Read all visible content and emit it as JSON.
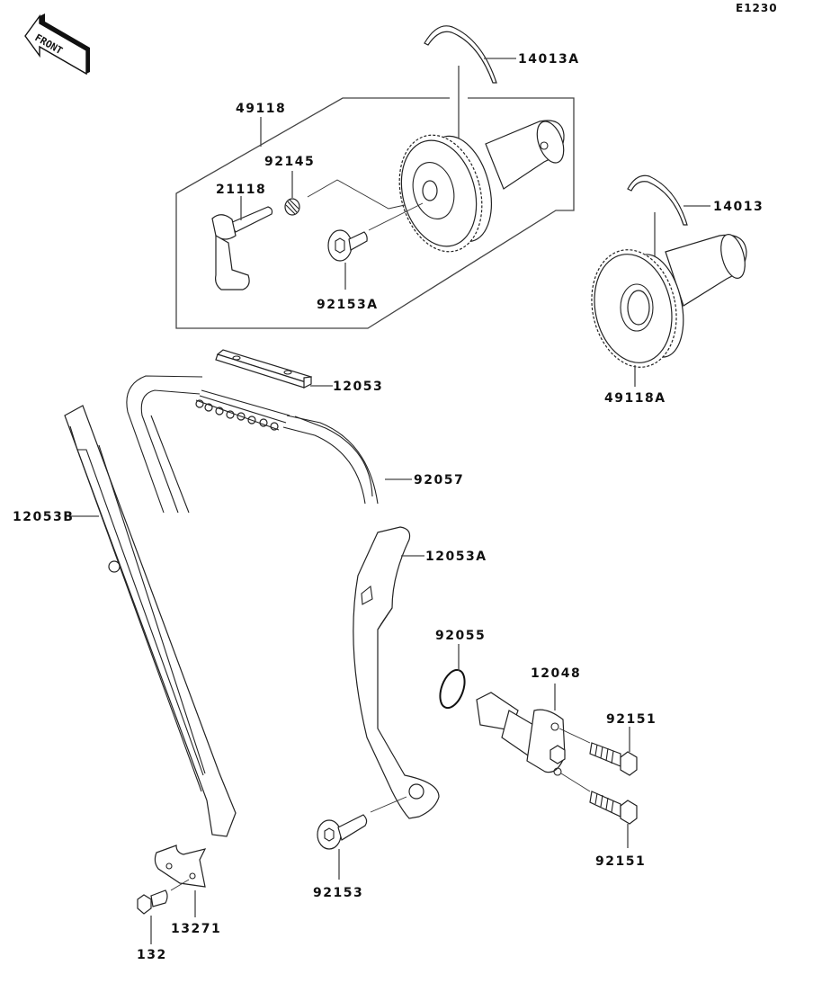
{
  "diagram": {
    "code": "E1230",
    "front_badge": "FRONT",
    "parts": [
      {
        "id": "14013A",
        "label": "14013A",
        "description": "semicircular ring (intake camshaft)"
      },
      {
        "id": "49118",
        "label": "49118",
        "description": "camshaft assembly group"
      },
      {
        "id": "92145",
        "label": "92145",
        "description": "spring"
      },
      {
        "id": "21118",
        "label": "21118",
        "description": "decompression lever shaft"
      },
      {
        "id": "92153A",
        "label": "92153A",
        "description": "bolt"
      },
      {
        "id": "14013",
        "label": "14013",
        "description": "semicircular ring (exhaust camshaft)"
      },
      {
        "id": "49118A",
        "label": "49118A",
        "description": "camshaft"
      },
      {
        "id": "12053",
        "label": "12053",
        "description": "chain guide (top)"
      },
      {
        "id": "92057",
        "label": "92057",
        "description": "cam chain"
      },
      {
        "id": "12053B",
        "label": "12053B",
        "description": "chain guide (front)"
      },
      {
        "id": "12053A",
        "label": "12053A",
        "description": "chain guide (tensioner side)"
      },
      {
        "id": "92055",
        "label": "92055",
        "description": "O-ring"
      },
      {
        "id": "12048",
        "label": "12048",
        "description": "cam chain tensioner"
      },
      {
        "id": "92151_upper",
        "label": "92151",
        "description": "bolt (upper)"
      },
      {
        "id": "92151_lower",
        "label": "92151",
        "description": "bolt (lower)"
      },
      {
        "id": "92153",
        "label": "92153",
        "description": "bolt"
      },
      {
        "id": "13271",
        "label": "13271",
        "description": "plate"
      },
      {
        "id": "132",
        "label": "132",
        "description": "flanged bolt"
      }
    ]
  }
}
